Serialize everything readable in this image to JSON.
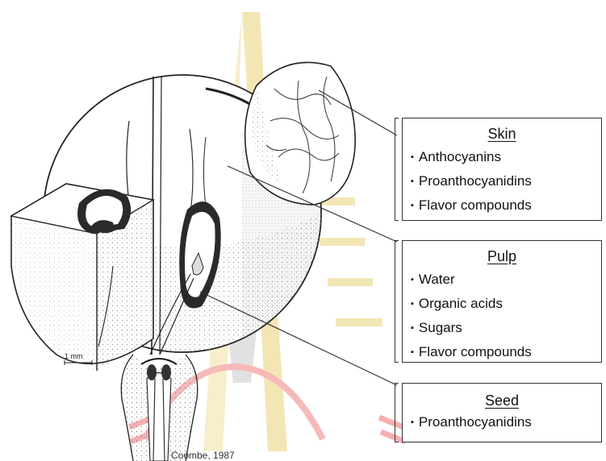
{
  "labels": {
    "skin": {
      "title": "Skin",
      "items": [
        "Anthocyanins",
        "Proanthocyanidins",
        "Flavor compounds"
      ]
    },
    "pulp": {
      "title": "Pulp",
      "items": [
        "Water",
        "Organic acids",
        "Sugars",
        "Flavor compounds"
      ]
    },
    "seed": {
      "title": "Seed",
      "items": [
        "Proanthocyanidins"
      ]
    }
  },
  "scale_bar": "1 mm",
  "credit": "Coombe, 1987",
  "colors": {
    "ink": "#333333",
    "stipple": "#9a9a9a",
    "watermark_grey": "#c8c8c8",
    "watermark_gold": "#e8c84a",
    "watermark_red": "#e85a5a"
  }
}
